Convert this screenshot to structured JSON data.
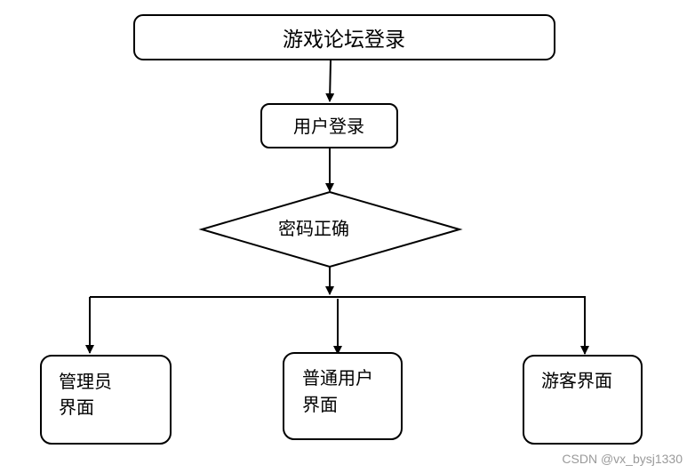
{
  "nodes": {
    "login": "游戏论坛登录",
    "user_login": "用户登录",
    "decision": "密码正确",
    "admin_line1": "管理员",
    "admin_line2": "界面",
    "normal_line1": "普通用户",
    "normal_line2": "界面",
    "guest": "游客界面"
  },
  "watermark": "CSDN @vx_bysj1330"
}
